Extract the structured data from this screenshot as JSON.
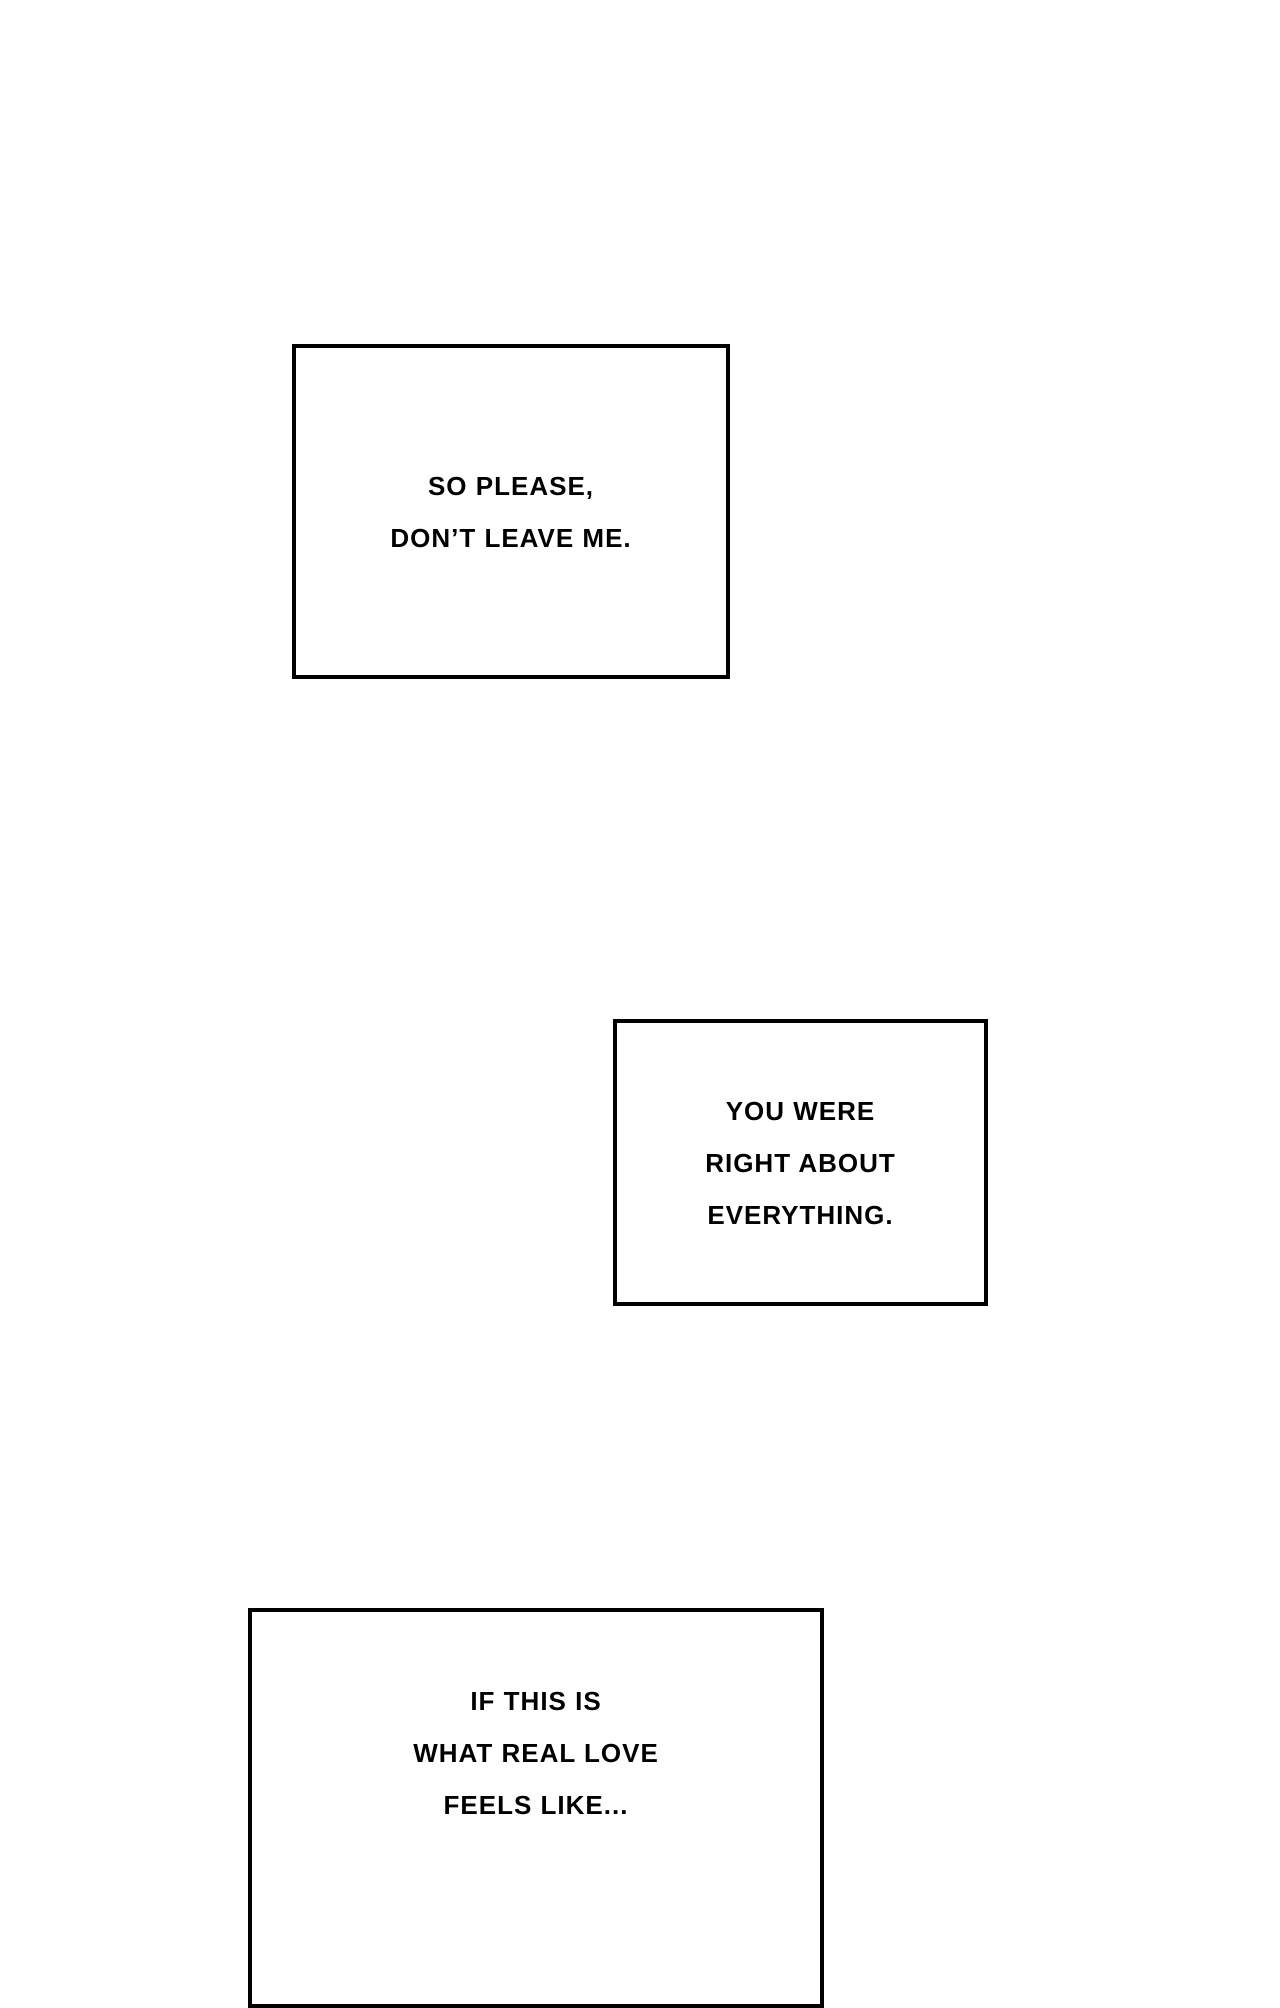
{
  "captions": [
    {
      "lines": [
        "So please,",
        "don’t leave me."
      ]
    },
    {
      "lines": [
        "You were",
        "right about",
        "everything."
      ]
    },
    {
      "lines": [
        "If this is",
        "what real love",
        "feels like..."
      ]
    }
  ]
}
